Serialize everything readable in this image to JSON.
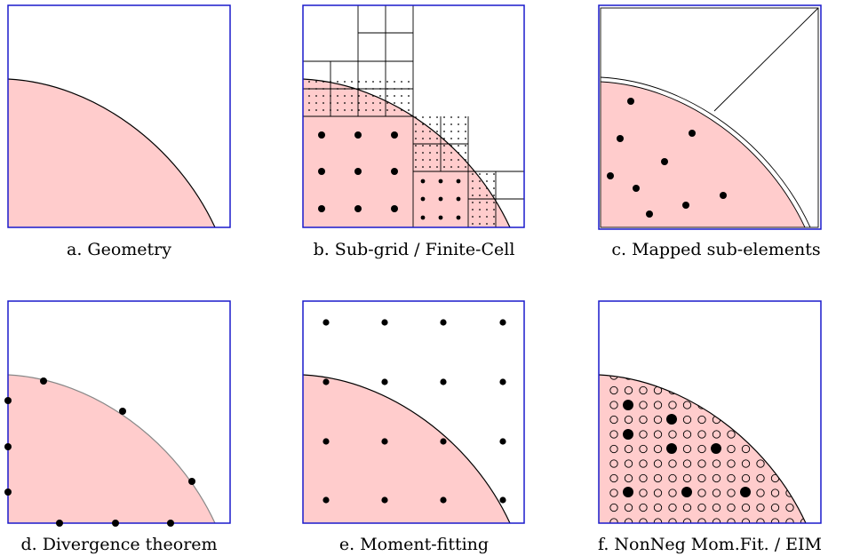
{
  "panels": [
    {
      "caption": "a. Geometry"
    },
    {
      "caption": "b. Sub-grid / Finite-Cell"
    },
    {
      "caption": "c. Mapped sub-elements"
    },
    {
      "caption": "d. Divergence theorem"
    },
    {
      "caption": "e. Moment-fitting"
    },
    {
      "caption": "f. NonNeg Mom.Fit. / EIM"
    }
  ],
  "colors": {
    "frame": "#1a1acc",
    "domain_fill": "#ffcccc",
    "curve": "#000000",
    "point": "#000000"
  }
}
